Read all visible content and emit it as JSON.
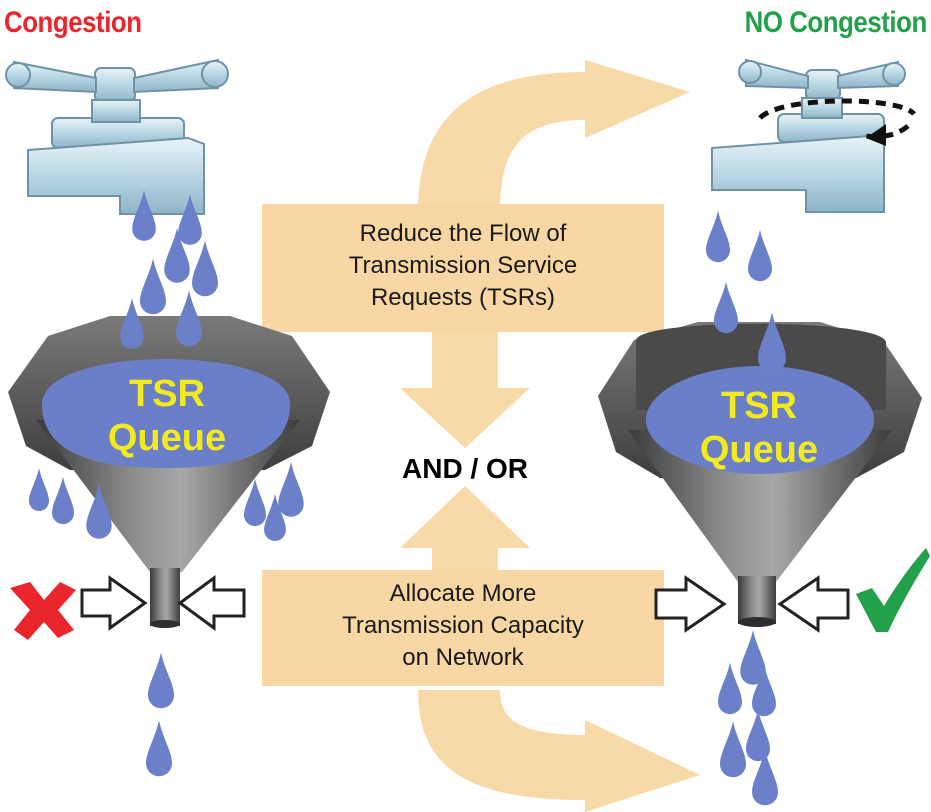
{
  "titles": {
    "congestion": "Congestion",
    "no_congestion": "NO Congestion"
  },
  "queues": {
    "left": {
      "line1": "TSR",
      "line2": "Queue"
    },
    "right": {
      "line1": "TSR",
      "line2": "Queue"
    }
  },
  "boxes": {
    "top": {
      "line1": "Reduce the Flow of",
      "line2": "Transmission Service",
      "line3": "Requests (TSRs)"
    },
    "bottom": {
      "line1": "Allocate More",
      "line2": "Transmission Capacity",
      "line3": "on Network"
    }
  },
  "connector": "AND / OR",
  "colors": {
    "congestion_red": "#e8262b",
    "no_congestion_green": "#22a04a",
    "queue_text_yellow": "#f2ea1c",
    "queue_blue": "#6b7fc8",
    "drop_blue": "#6b80c8",
    "arrow_peach": "#f8d9a8",
    "box_peach": "#f9d7a4",
    "funnel_grey": "#5a5a5a"
  },
  "icons": {
    "left_status": "x-mark-icon",
    "right_status": "check-mark-icon"
  }
}
